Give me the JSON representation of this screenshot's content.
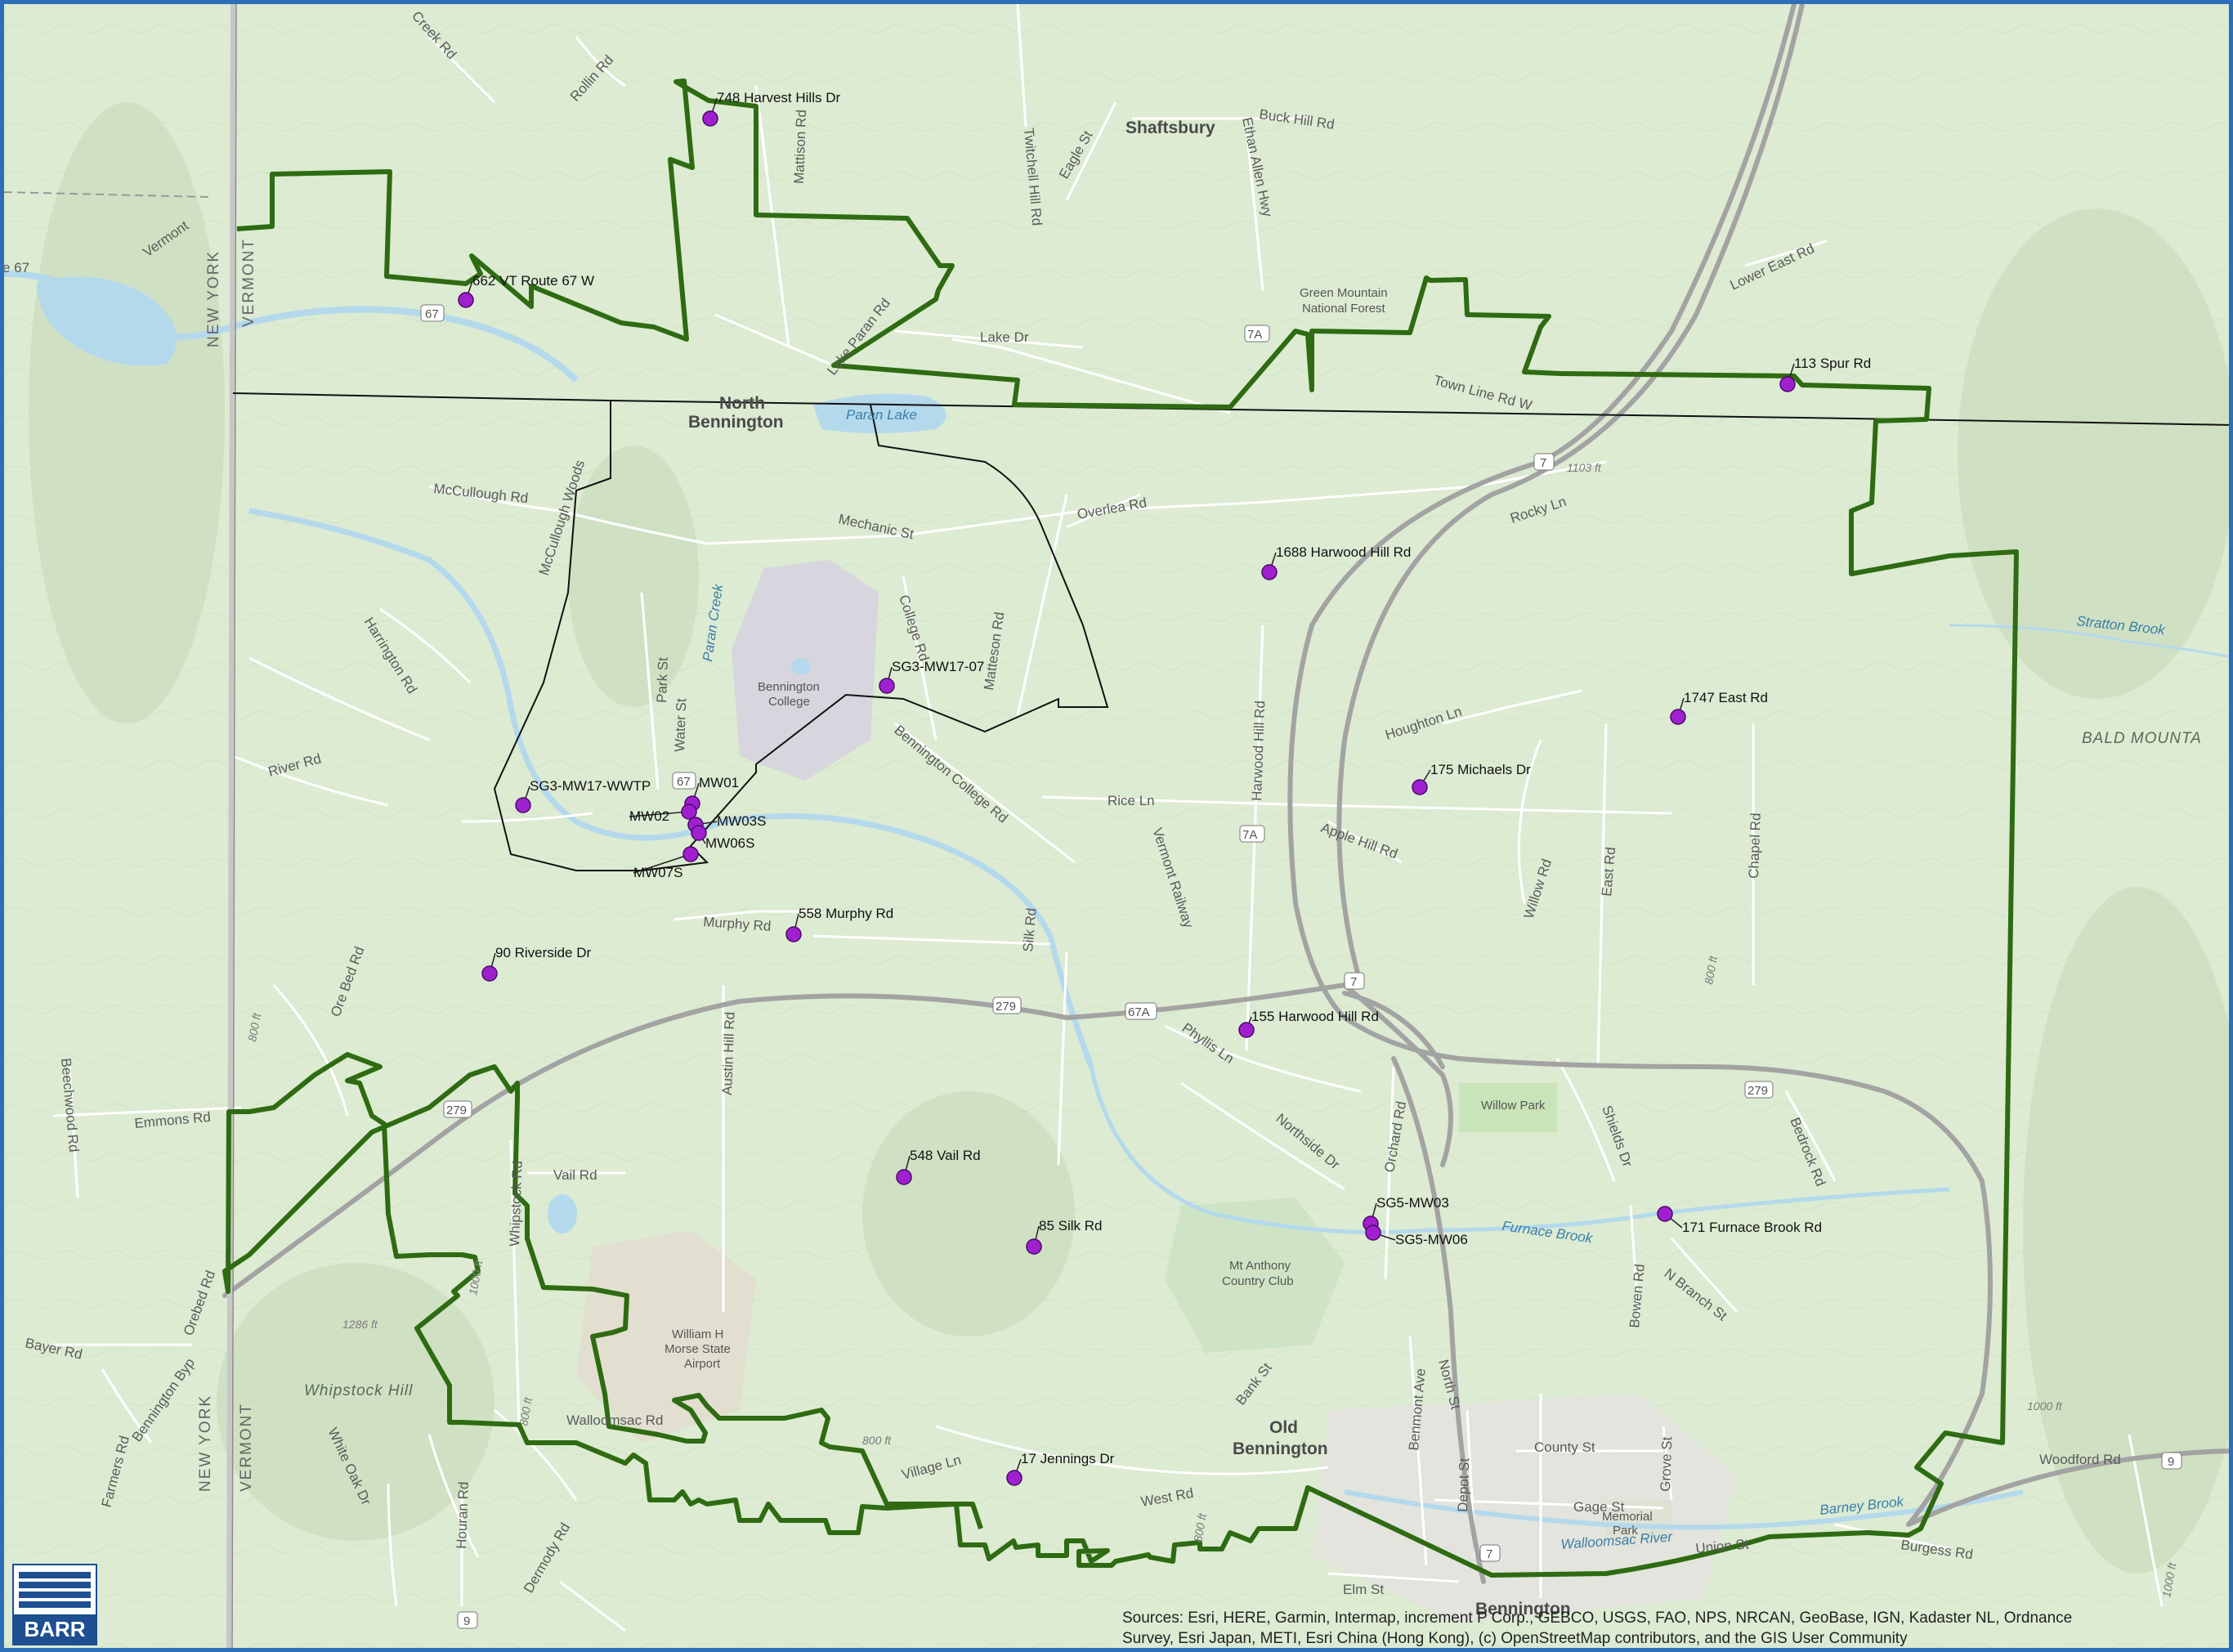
{
  "colors": {
    "terrain": "#d9ead0",
    "water": "#b7dcee",
    "road_major": "#9e9e9e",
    "boundary_green": "#2e6b12",
    "boundary_black": "#111111",
    "site_marker": "#a020d0",
    "frame": "#2c6fb8"
  },
  "places": {
    "shaftsbury": "Shaftsbury",
    "north_bennington_1": "North",
    "north_bennington_2": "Bennington",
    "old_bennington_1": "Old",
    "old_bennington_2": "Bennington",
    "bennington_bottom": "Bennington"
  },
  "areas": {
    "green_mountain_1": "Green Mountain",
    "green_mountain_2": "National Forest",
    "bennington_college_1": "Bennington",
    "bennington_college_2": "College",
    "mt_anthony_1": "Mt Anthony",
    "mt_anthony_2": "Country Club",
    "morse_airport_1": "William H",
    "morse_airport_2": "Morse State",
    "morse_airport_3": "Airport",
    "willow_park": "Willow Park",
    "memorial_park_1": "Memorial",
    "memorial_park_2": "Park"
  },
  "water": {
    "paran_lake": "Paran Lake",
    "paran_creek": "Paran Creek",
    "stratton_brook": "Stratton Brook",
    "furnace_brook": "Furnace Brook",
    "walloomsac_river": "Walloomsac River",
    "barney_brook": "Barney Brook"
  },
  "terrain": {
    "whipstock_hill": "Whipstock Hill",
    "bald_mountain": "BALD MOUNTA"
  },
  "states": {
    "new_york": "NEW YORK",
    "vermont": "VERMONT"
  },
  "elevations": {
    "e1103": "1103 ft",
    "e1286": "1286 ft",
    "e1000a": "1000 ft",
    "e1000b": "1000 ft",
    "e1000c": "1000 ft",
    "e800a": "800 ft",
    "e800b": "800 ft",
    "e800c": "800 ft",
    "e800d": "800 ft",
    "e800e": "800 ft"
  },
  "roads": {
    "creek_rd": "Creek Rd",
    "rollin_rd": "Rollin Rd",
    "mattison_rd": "Mattison Rd",
    "twitchell_hill_rd": "Twitchell Hill Rd",
    "eagle_st": "Eagle St",
    "buck_hill_rd": "Buck Hill Rd",
    "ethan_allen_hwy": "Ethan Allen Hwy",
    "lower_east_rd": "Lower East Rd",
    "vermont_rd": "Vermont",
    "route_67": "e 67",
    "lake_paran_rd": "Lake Paran Rd",
    "lake_dr": "Lake Dr",
    "town_line_rd": "Town Line Rd W",
    "mccullough_rd": "McCullough Rd",
    "mccullough_woods": "McCullough Woods",
    "mechanic_st": "Mechanic St",
    "overlea_rd": "Overlea Rd",
    "rocky_ln": "Rocky Ln",
    "harrington_rd": "Harrington Rd",
    "park_st": "Park St",
    "water_st": "Water St",
    "college_rd": "College Rd",
    "matteson_rd": "Matteson Rd",
    "harwood_hill_rd": "Harwood Hill Rd",
    "houghton_ln": "Houghton Ln",
    "river_rd": "River Rd",
    "bennington_college_rd": "Bennington College Rd",
    "rice_ln": "Rice Ln",
    "apple_hill_rd": "Apple Hill Rd",
    "east_rd": "East Rd",
    "willow_rd": "Willow Rd",
    "chapel_rd": "Chapel Rd",
    "murphy_rd": "Murphy Rd",
    "silk_rd": "Silk Rd",
    "vermont_railway": "Vermont Railway",
    "orebed_rd": "Ore Bed Rd",
    "austin_hill_rd": "Austin Hill Rd",
    "phyllis_ln": "Phyllis Ln",
    "beechwood_rd": "Beechwood Rd",
    "emmons_rd": "Emmons Rd",
    "northside_dr": "Northside Dr",
    "orchard_rd": "Orchard Rd",
    "shields_dr": "Shields Dr",
    "bedrock_rd": "Bedrock Rd",
    "vail_rd": "Vail Rd",
    "whipstock_rd": "Whipstock Rd",
    "bowen_rd": "Bowen Rd",
    "n_branch_st": "N Branch St",
    "orebed_rd2": "Orebed Rd",
    "bayer_rd": "Bayer Rd",
    "bennington_byp": "Bennington Byp",
    "white_oak_dr": "White Oak Dr",
    "houran_rd": "Houran Rd",
    "farmers_rd": "Farmers Rd",
    "dermody_rd": "Dermody Rd",
    "walloomsac_rd": "Walloomsac Rd",
    "village_ln": "Village Ln",
    "west_rd": "West Rd",
    "bank_st": "Bank St",
    "benmont_ave": "Benmont Ave",
    "north_st": "North St",
    "depot_st": "Depot St",
    "county_st": "County St",
    "grove_st": "Grove St",
    "gage_st": "Gage St",
    "elm_st": "Elm St",
    "burgess_rd": "Burgess Rd",
    "woodford_rd": "Woodford Rd",
    "union_st": "Union St"
  },
  "shields": {
    "s67a": "67",
    "s67b": "67",
    "s7a_1": "7A",
    "s7a_2": "7A",
    "s7_1": "7",
    "s7_2": "7",
    "s7_3": "7",
    "s279a": "279",
    "s279b": "279",
    "s279c": "279",
    "s67A": "67A",
    "s9a": "9",
    "s9b": "9"
  },
  "sites": [
    {
      "label": "748 Harvest Hills Dr"
    },
    {
      "label": "662 VT Route 67 W"
    },
    {
      "label": "113 Spur Rd"
    },
    {
      "label": "1688 Harwood Hill Rd"
    },
    {
      "label": "SG3-MW17-07"
    },
    {
      "label": "1747 East Rd"
    },
    {
      "label": "175 Michaels Dr"
    },
    {
      "label": "SG3-MW17-WWTP"
    },
    {
      "label": "MW01"
    },
    {
      "label": "MW02"
    },
    {
      "label": "MW03S"
    },
    {
      "label": "MW06S"
    },
    {
      "label": "MW07S"
    },
    {
      "label": "558 Murphy Rd"
    },
    {
      "label": "90 Riverside Dr"
    },
    {
      "label": "155 Harwood Hill Rd"
    },
    {
      "label": "548 Vail Rd"
    },
    {
      "label": "85 Silk Rd"
    },
    {
      "label": "SG5-MW03"
    },
    {
      "label": "SG5-MW06"
    },
    {
      "label": "171 Furnace Brook Rd"
    },
    {
      "label": "17 Jennings Dr"
    }
  ],
  "logo": {
    "text": "BARR"
  },
  "attribution": {
    "line1": "Sources: Esri, HERE, Garmin, Intermap, increment P Corp., GEBCO, USGS, FAO, NPS, NRCAN, GeoBase, IGN, Kadaster NL, Ordnance",
    "line2": "Survey, Esri Japan, METI, Esri China (Hong Kong), (c) OpenStreetMap contributors, and the GIS User Community"
  }
}
